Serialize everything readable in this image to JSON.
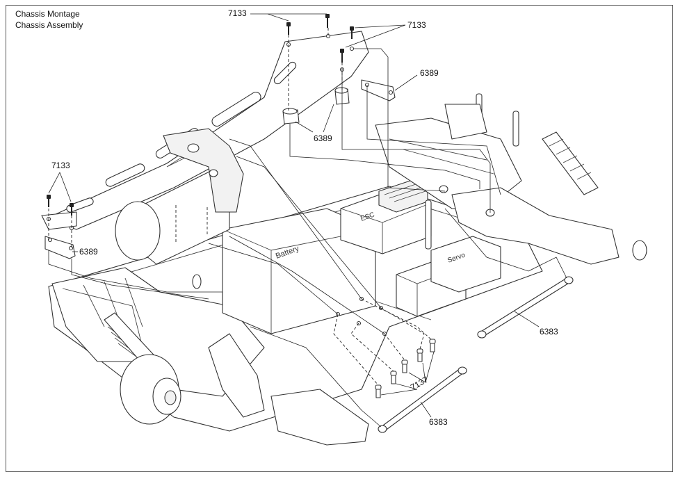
{
  "title": {
    "line1": "Chassis Montage",
    "line2": "Chassis Assembly"
  },
  "callouts": [
    {
      "id": "screw-top-left",
      "text": "7133"
    },
    {
      "id": "screw-top-right",
      "text": "7133"
    },
    {
      "id": "spacer-top-right",
      "text": "6389"
    },
    {
      "id": "spacer-center",
      "text": "6389"
    },
    {
      "id": "screw-left",
      "text": "7133"
    },
    {
      "id": "spacer-left",
      "text": "6389"
    },
    {
      "id": "driveshaft-right",
      "text": "6383"
    },
    {
      "id": "screw-bottom",
      "text": "7137"
    },
    {
      "id": "driveshaft-bottom",
      "text": "6383"
    }
  ],
  "markings": {
    "battery": "Battery",
    "esc": "ESC",
    "servo": "Servo"
  }
}
